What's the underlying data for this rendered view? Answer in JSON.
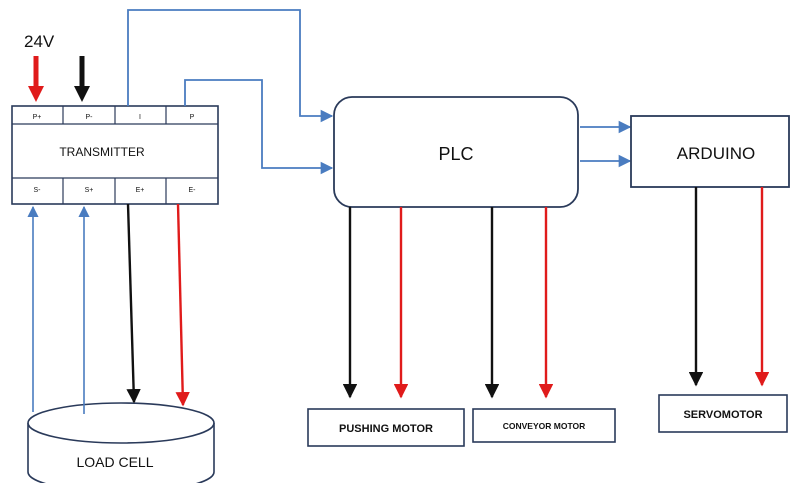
{
  "supply_label": "24V",
  "transmitter": {
    "label": "TRANSMITTER",
    "top_pins": [
      "P+",
      "P-",
      "I",
      "P"
    ],
    "bottom_pins": [
      "S-",
      "S+",
      "E+",
      "E-"
    ]
  },
  "plc": {
    "label": "PLC"
  },
  "arduino": {
    "label": "ARDUINO"
  },
  "load_cell": {
    "label": "LOAD CELL"
  },
  "outputs": {
    "pushing_motor": "PUSHING MOTOR",
    "conveyor_motor": "CONVEYOR MOTOR",
    "servomotor": "SERVOMOTOR"
  },
  "colors": {
    "signal": "#4a7cc0",
    "positive": "#e01b1b",
    "negative": "#111111",
    "box_stroke": "#2a3a5a"
  }
}
